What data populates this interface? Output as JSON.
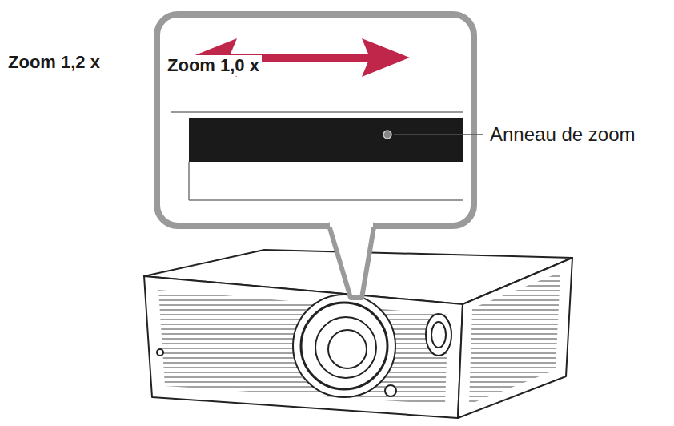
{
  "diagram": {
    "labels": [
      "Zoom 1,2 x",
      "Zoom 1,0 x",
      "Anneau de zoom"
    ]
  }
}
